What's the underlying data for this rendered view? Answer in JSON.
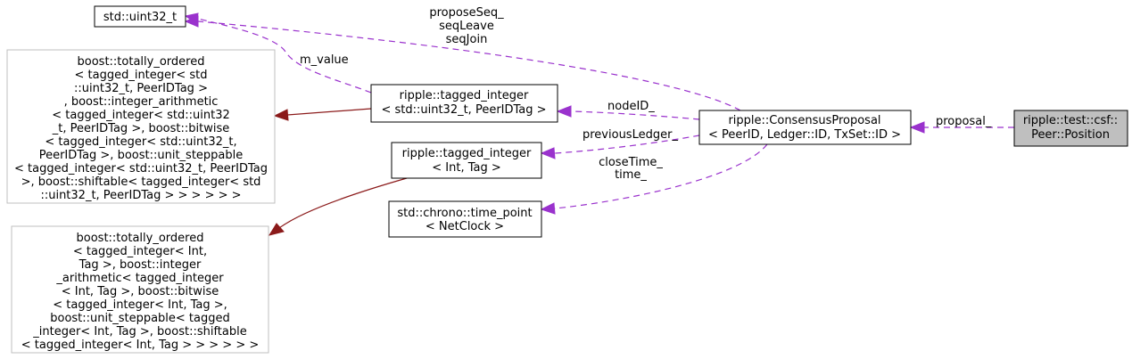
{
  "nodes": {
    "uint32": {
      "lines": [
        "std::uint32_t"
      ]
    },
    "boost_a": {
      "lines": [
        "boost::totally_ordered",
        "< tagged_integer< std",
        "::uint32_t, PeerIDTag >",
        ", boost::integer_arithmetic",
        "< tagged_integer< std::uint32",
        "_t, PeerIDTag >, boost::bitwise",
        "< tagged_integer< std::uint32_t,",
        " PeerIDTag >, boost::unit_steppable",
        "< tagged_integer< std::uint32_t, PeerIDTag",
        " >, boost::shiftable< tagged_integer< std",
        "::uint32_t, PeerIDTag > > > > > >"
      ]
    },
    "boost_b": {
      "lines": [
        "boost::totally_ordered",
        "< tagged_integer< Int,",
        " Tag >, boost::integer",
        "_arithmetic< tagged_integer",
        "< Int, Tag >, boost::bitwise",
        "< tagged_integer< Int, Tag >,",
        " boost::unit_steppable< tagged",
        "_integer< Int, Tag >, boost::shiftable",
        "< tagged_integer< Int, Tag > > > > > >"
      ]
    },
    "tagged_peer": {
      "lines": [
        "ripple::tagged_integer",
        "< std::uint32_t, PeerIDTag >"
      ]
    },
    "tagged_int": {
      "lines": [
        "ripple::tagged_integer",
        "< Int, Tag >"
      ]
    },
    "time_point": {
      "lines": [
        "std::chrono::time_point",
        "< NetClock >"
      ]
    },
    "consensus": {
      "lines": [
        "ripple::ConsensusProposal",
        "< PeerID, Ledger::ID, TxSet::ID >"
      ]
    },
    "position": {
      "lines": [
        "ripple::test::csf::",
        "Peer::Position"
      ]
    }
  },
  "edges": {
    "m_value": [
      "m_value"
    ],
    "seq": [
      "proposeSeq_",
      "seqLeave",
      "seqJoin"
    ],
    "nodeID": [
      "nodeID_"
    ],
    "prevLedger": [
      "previousLedger_"
    ],
    "closeTime": [
      "closeTime_",
      "time_"
    ],
    "proposal": [
      "proposal_"
    ]
  },
  "colors": {
    "usage_edge": "#9a32cd",
    "inheritance_edge": "#8b1a1a",
    "focus_fill": "#bfbfbf",
    "gray_border": "#bfbfbf"
  }
}
